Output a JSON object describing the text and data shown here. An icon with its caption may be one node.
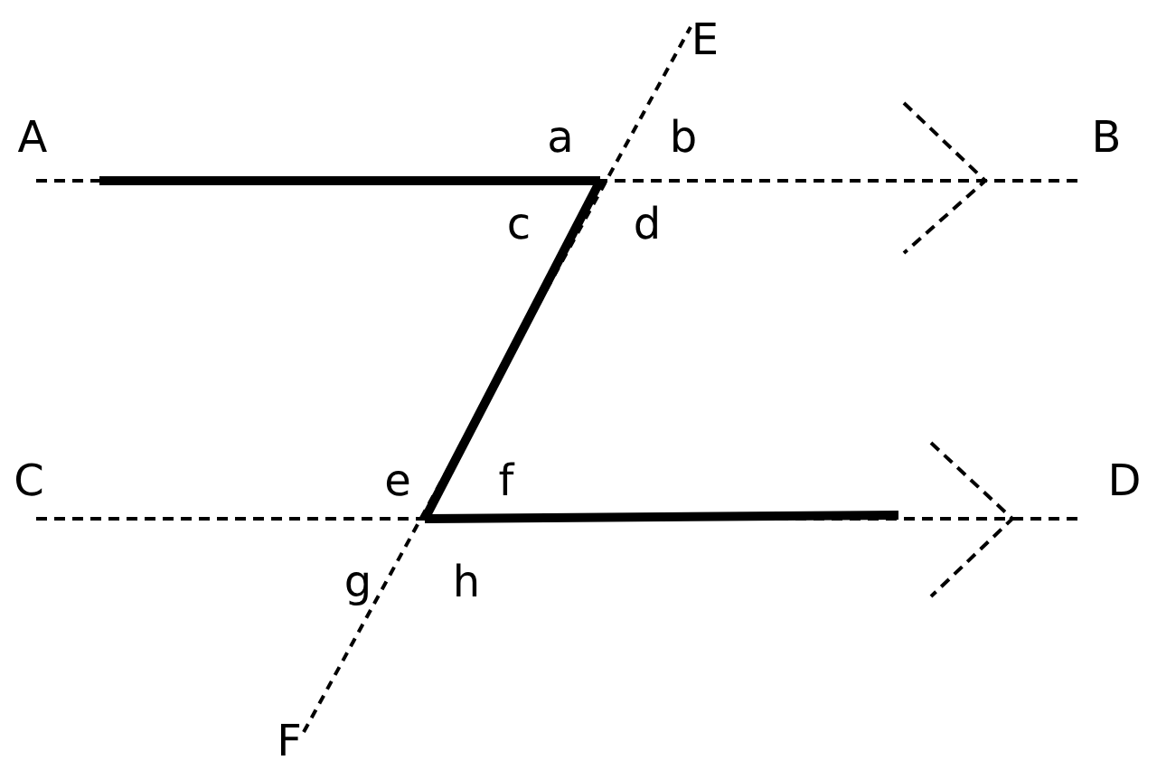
{
  "diagram": {
    "labels": [
      "A",
      "a",
      "b",
      "E",
      "B",
      "c",
      "d",
      "C",
      "e",
      "f",
      "D",
      "g",
      "h",
      "F"
    ]
  }
}
